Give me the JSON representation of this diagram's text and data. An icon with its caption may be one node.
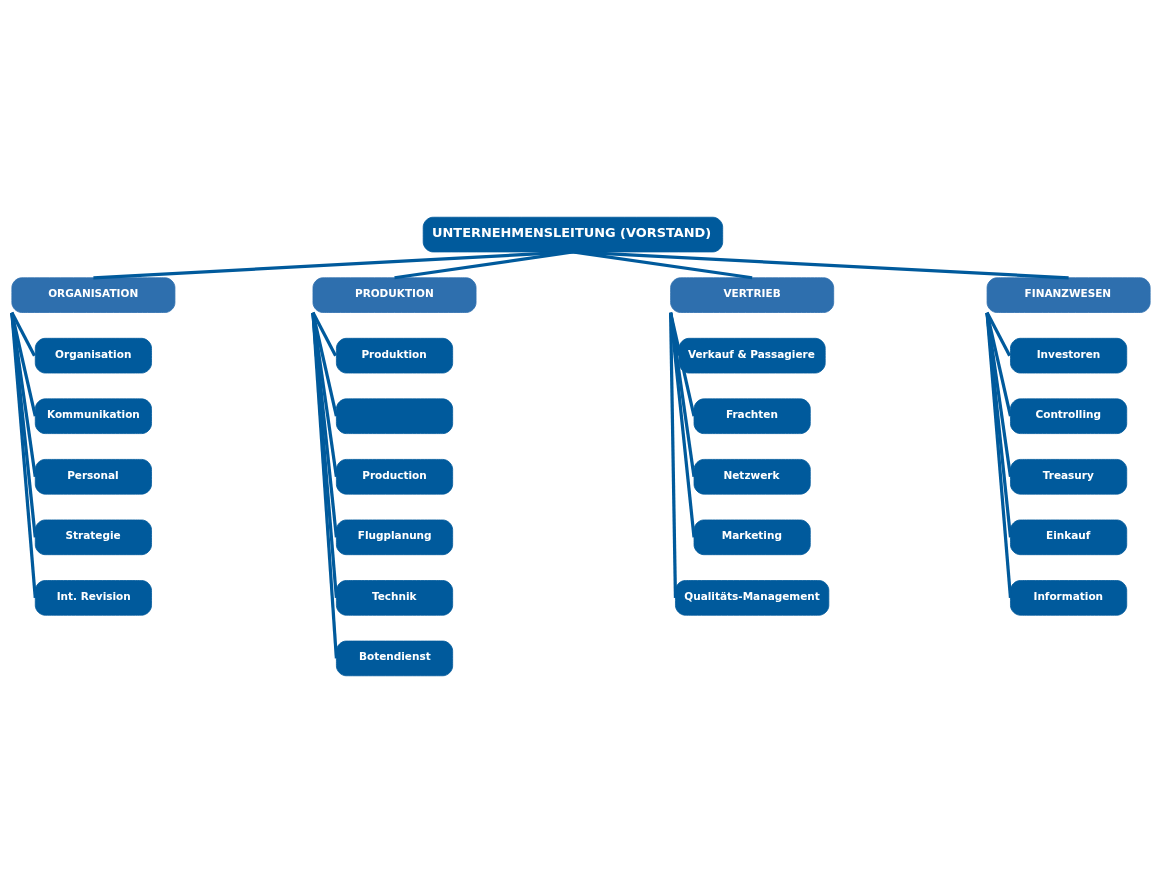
{
  "diagram": {
    "nodes": [
      {
        "text": [
          "UNTERNEHMENSLEITUNG (VORSTAND)"
        ]
      },
      {
        "text": [
          "ORGANISATION"
        ]
      },
      {
        "text": [
          "PRODUKTION"
        ]
      },
      {
        "text": [
          "VERTRIEB"
        ]
      },
      {
        "text": [
          "FINANZWESEN"
        ]
      },
      {
        "text": [
          "Organisation"
        ]
      },
      {
        "text": [
          "Kommunikation"
        ]
      },
      {
        "text": [
          "Personal"
        ]
      },
      {
        "text": [
          "Strategie"
        ]
      },
      {
        "text": [
          "Int. Revision"
        ]
      },
      {
        "text": [
          "Produktion"
        ]
      },
      {
        "text": [],
        "shape": "box"
      },
      {
        "text": [
          "Production"
        ]
      },
      {
        "text": [
          "Flugplanung"
        ]
      },
      {
        "text": [
          "Technik"
        ]
      },
      {
        "text": [
          "Botendienst"
        ]
      },
      {
        "text": [
          "Verkauf & Passagiere"
        ]
      },
      {
        "text": [
          "Frachten"
        ]
      },
      {
        "text": [
          "Netzwerk"
        ]
      },
      {
        "text": [
          "Marketing"
        ]
      },
      {
        "text": [
          "Qualitäts-Management"
        ]
      },
      {
        "text": [
          "Investoren"
        ]
      },
      {
        "text": [
          "Controlling"
        ]
      },
      {
        "text": [
          "Treasury"
        ]
      },
      {
        "text": [
          "Einkauf"
        ]
      },
      {
        "text": [
          "Information"
        ]
      }
    ],
    "edges": [
      {
        "from": 0,
        "to": 1,
        "arrow": "none"
      },
      {
        "from": 0,
        "to": 2,
        "arrow": "none"
      },
      {
        "from": 0,
        "to": 3,
        "arrow": "none"
      },
      {
        "from": 0,
        "to": 4,
        "arrow": "none"
      },
      {
        "from": 1,
        "to": 5,
        "arrow": "none"
      },
      {
        "from": 1,
        "to": 6,
        "arrow": "none"
      },
      {
        "from": 1,
        "to": 7,
        "arrow": "none"
      },
      {
        "from": 1,
        "to": 8,
        "arrow": "none"
      },
      {
        "from": 1,
        "to": 9,
        "arrow": "none"
      },
      {
        "from": 2,
        "to": 10,
        "arrow": "none"
      },
      {
        "from": 2,
        "to": 11,
        "arrow": "none"
      },
      {
        "from": 2,
        "to": 12,
        "arrow": "none"
      },
      {
        "from": 2,
        "to": 13,
        "arrow": "none"
      },
      {
        "from": 2,
        "to": 14,
        "arrow": "none"
      },
      {
        "from": 2,
        "to": 15,
        "arrow": "none"
      },
      {
        "from": 3,
        "to": 16,
        "arrow": "none"
      },
      {
        "from": 3,
        "to": 17,
        "arrow": "none"
      },
      {
        "from": 3,
        "to": 18,
        "arrow": "none"
      },
      {
        "from": 3,
        "to": 19,
        "arrow": "none"
      },
      {
        "from": 3,
        "to": 20,
        "arrow": "none"
      },
      {
        "from": 4,
        "to": 21,
        "arrow": "none"
      },
      {
        "from": 4,
        "to": 22,
        "arrow": "none"
      },
      {
        "from": 4,
        "to": 23,
        "arrow": "none"
      },
      {
        "from": 4,
        "to": 24,
        "arrow": "none"
      },
      {
        "from": 4,
        "to": 25,
        "arrow": "none"
      }
    ]
  }
}
